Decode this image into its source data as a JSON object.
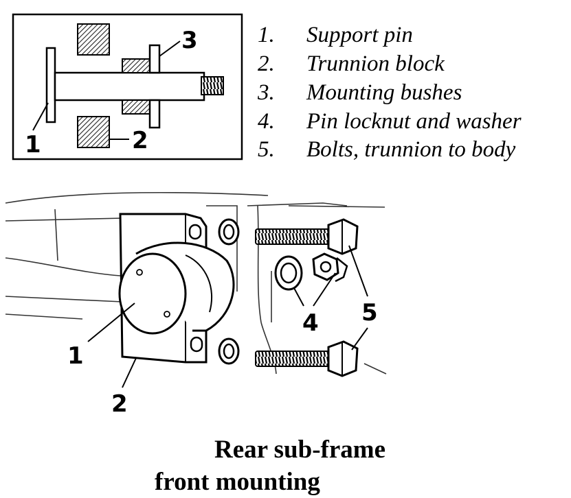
{
  "legend": {
    "items": [
      {
        "number": "1.",
        "label": "Support pin"
      },
      {
        "number": "2.",
        "label": "Trunnion block"
      },
      {
        "number": "3.",
        "label": "Mounting bushes"
      },
      {
        "number": "4.",
        "label": "Pin locknut and washer"
      },
      {
        "number": "5.",
        "label": "Bolts, trunnion to body"
      }
    ]
  },
  "inset": {
    "callouts": {
      "pin": "1",
      "block": "2",
      "bushes": "3"
    }
  },
  "main": {
    "callouts": {
      "pin": "1",
      "block": "2",
      "locknut": "4",
      "bolts": "5"
    }
  },
  "caption": {
    "line1": "Rear sub-frame",
    "line2": "front mounting"
  }
}
